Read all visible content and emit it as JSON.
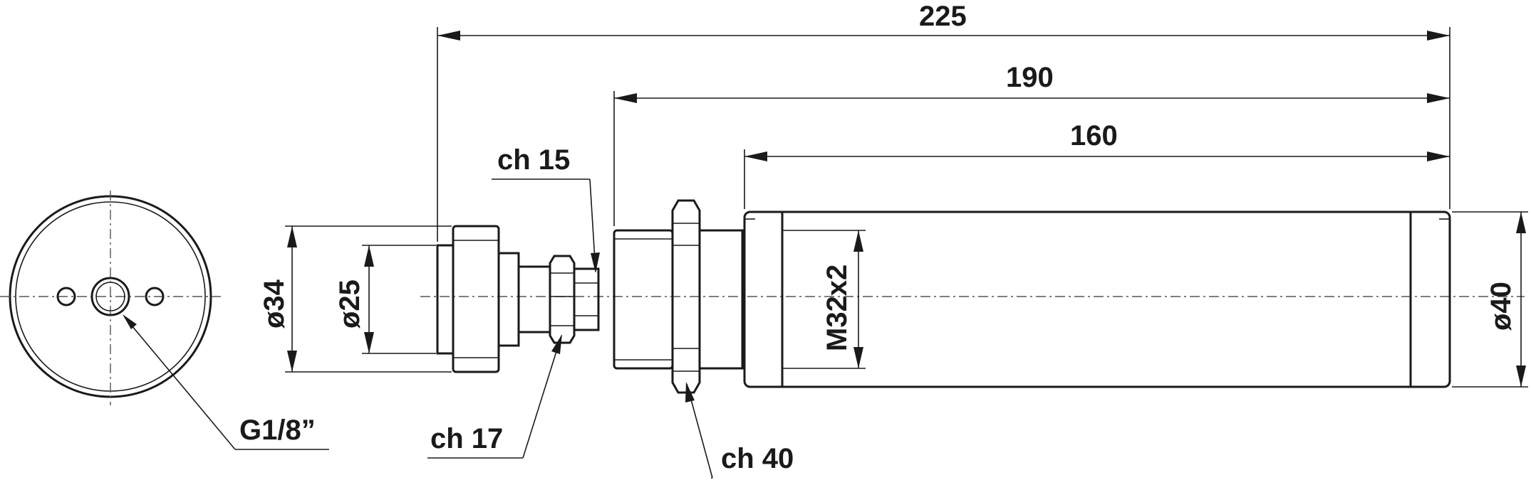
{
  "dimensions": {
    "overall_length": "225",
    "body_with_thread_length": "190",
    "body_length": "160",
    "head_diameter": "ø34",
    "rod_diameter": "ø25",
    "body_diameter": "ø40",
    "thread": "M32x2",
    "port": "G1/8”"
  },
  "wrench_flats": {
    "small_nut": "ch 15",
    "middle_nut": "ch 17",
    "lock_nut": "ch 40"
  }
}
